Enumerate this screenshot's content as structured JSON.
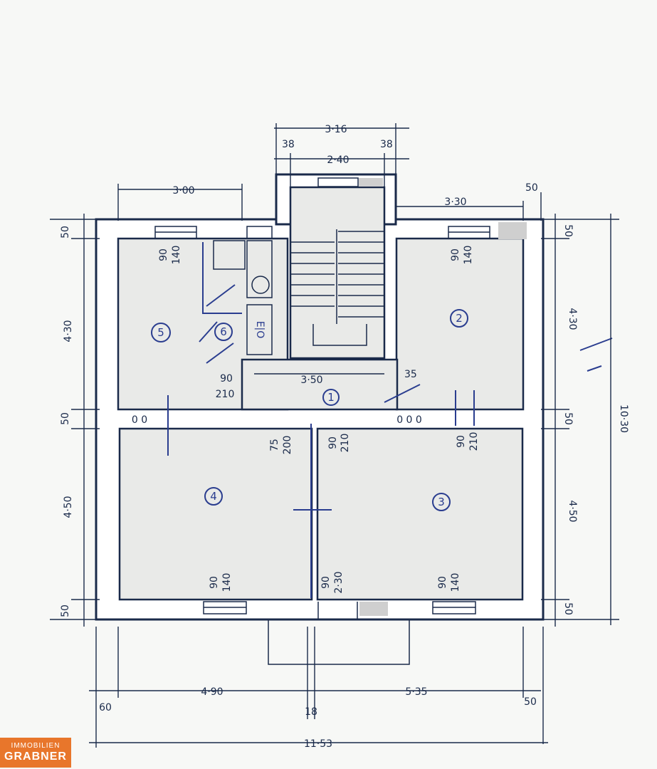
{
  "logo": {
    "line1": "IMMOBILIEN",
    "line2": "GRABNER"
  },
  "rooms": [
    {
      "id": "room-1",
      "number": "1"
    },
    {
      "id": "room-2",
      "number": "2"
    },
    {
      "id": "room-3",
      "number": "3"
    },
    {
      "id": "room-4",
      "number": "4"
    },
    {
      "id": "room-5",
      "number": "5"
    },
    {
      "id": "room-6",
      "number": "6"
    }
  ],
  "fixtures": {
    "wc_label": "E|O"
  },
  "dimensions": {
    "stair_total": "3·16",
    "stair_left_wall": "38",
    "stair_inner": "2·40",
    "stair_right_wall": "38",
    "room5_width": "3·00",
    "room2_width": "3·30",
    "right_wall_top": "50",
    "left_wall_top": "50",
    "left_room5_height": "4·30",
    "left_mid_wall": "50",
    "left_room4_height": "4·50",
    "left_wall_bottom": "50",
    "right_wall_top_v": "50",
    "right_room2_height": "4·30",
    "right_mid_wall": "50",
    "right_room3_height": "4·50",
    "right_wall_bottom": "50",
    "total_height": "10·30",
    "bottom_left_wall": "60",
    "bottom_room4_width": "4·90",
    "bottom_mid_wall": "18",
    "bottom_room3_width": "5·35",
    "bottom_right_wall": "50",
    "total_width": "11·53",
    "hall_width": "3·50",
    "hall_step": "35",
    "wall_thickness_left": "0 0",
    "wall_thickness_right": "0 0 0"
  },
  "openings": {
    "win_room5_top": {
      "w": "90",
      "h": "140"
    },
    "win_room2_top": {
      "w": "90",
      "h": "140"
    },
    "win_room4_bottom": {
      "w": "90",
      "h": "140"
    },
    "win_room3_bottom": {
      "w": "90",
      "h": "140"
    },
    "door_room3_bottom": {
      "w": "90",
      "h": "2·30"
    },
    "door_room5": {
      "w": "90",
      "h": "210"
    },
    "door_room4": {
      "w": "75",
      "h": "200"
    },
    "door_room3_top": {
      "w": "90",
      "h": "210"
    },
    "door_right": {
      "w": "90",
      "h": "210"
    }
  }
}
